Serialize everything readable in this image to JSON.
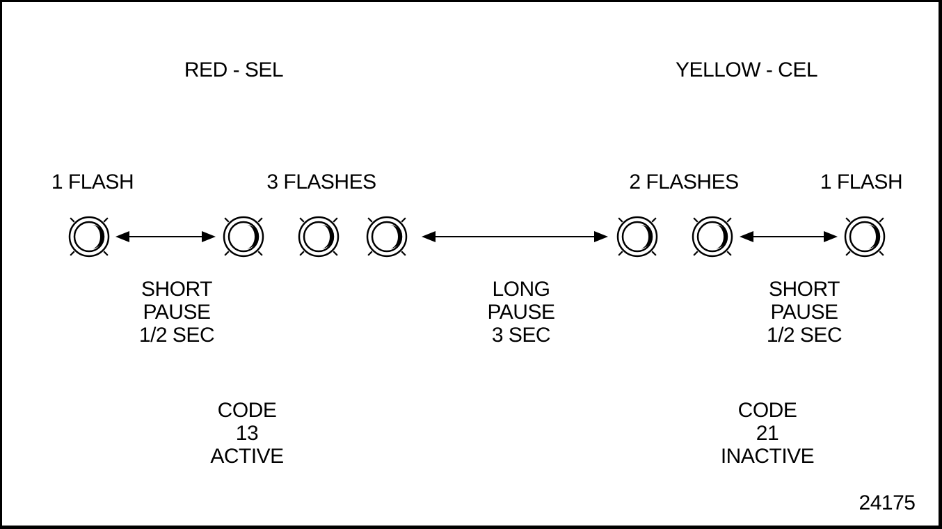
{
  "headers": {
    "left": "RED - SEL",
    "right": "YELLOW - CEL"
  },
  "flash_labels": [
    "1 FLASH",
    "3 FLASHES",
    "2 FLASHES",
    "1 FLASH"
  ],
  "pauses": [
    {
      "line1": "SHORT",
      "line2": "PAUSE",
      "line3": "1/2 SEC"
    },
    {
      "line1": "LONG",
      "line2": "PAUSE",
      "line3": "3 SEC"
    },
    {
      "line1": "SHORT",
      "line2": "PAUSE",
      "line3": "1/2 SEC"
    }
  ],
  "codes": [
    {
      "line1": "CODE",
      "line2": "13",
      "line3": "ACTIVE"
    },
    {
      "line1": "CODE",
      "line2": "21",
      "line3": "INACTIVE"
    }
  ],
  "figure_number": "24175",
  "lamp_count": 7,
  "colors": {
    "ink": "#000000",
    "background": "#ffffff"
  }
}
